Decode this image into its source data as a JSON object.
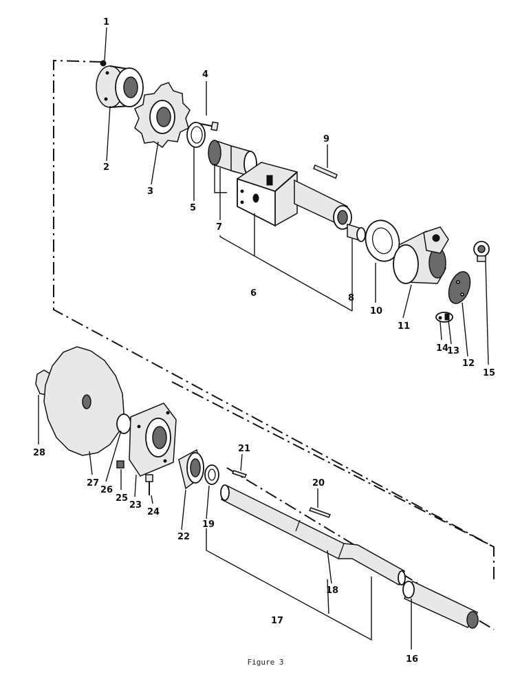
{
  "caption": "Figure 3",
  "callouts": [
    "1",
    "2",
    "3",
    "4",
    "5",
    "6",
    "7",
    "8",
    "9",
    "10",
    "11",
    "12",
    "13",
    "14",
    "15",
    "16",
    "17",
    "18",
    "19",
    "20",
    "21",
    "22",
    "23",
    "24",
    "25",
    "26",
    "27",
    "28"
  ]
}
